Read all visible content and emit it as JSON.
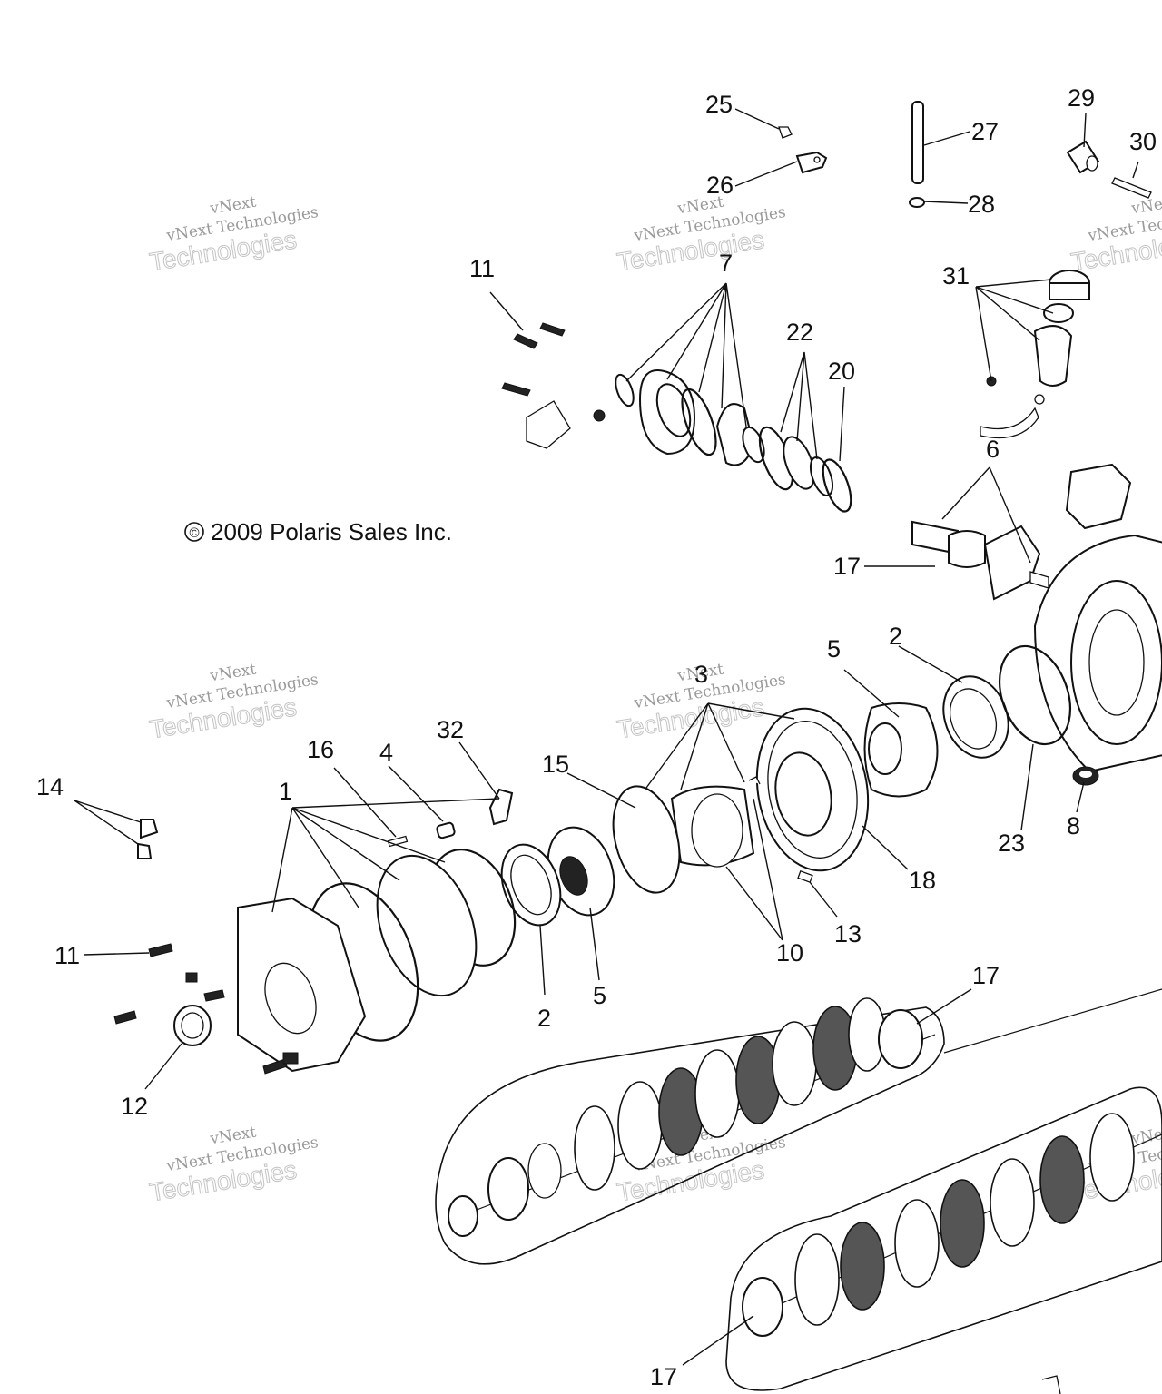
{
  "copyright": "2009 Polaris Sales Inc.",
  "copyright_symbol": "©",
  "watermark": {
    "line1": "vNext",
    "line2": "vNext Technologies",
    "line3": "Technologies",
    "color": "#9a9a9a"
  },
  "callouts": [
    {
      "id": "c25",
      "label": "25"
    },
    {
      "id": "c26",
      "label": "26"
    },
    {
      "id": "c27",
      "label": "27"
    },
    {
      "id": "c28",
      "label": "28"
    },
    {
      "id": "c29",
      "label": "29"
    },
    {
      "id": "c30",
      "label": "30"
    },
    {
      "id": "c11a",
      "label": "11"
    },
    {
      "id": "c7",
      "label": "7"
    },
    {
      "id": "c22",
      "label": "22"
    },
    {
      "id": "c20",
      "label": "20"
    },
    {
      "id": "c31",
      "label": "31"
    },
    {
      "id": "c6",
      "label": "6"
    },
    {
      "id": "c17a",
      "label": "17"
    },
    {
      "id": "c5a",
      "label": "5"
    },
    {
      "id": "c2a",
      "label": "2"
    },
    {
      "id": "c3",
      "label": "3"
    },
    {
      "id": "c32",
      "label": "32"
    },
    {
      "id": "c16",
      "label": "16"
    },
    {
      "id": "c4",
      "label": "4"
    },
    {
      "id": "c15",
      "label": "15"
    },
    {
      "id": "c1",
      "label": "1"
    },
    {
      "id": "c14",
      "label": "14"
    },
    {
      "id": "c18",
      "label": "18"
    },
    {
      "id": "c23",
      "label": "23"
    },
    {
      "id": "c8",
      "label": "8"
    },
    {
      "id": "c13",
      "label": "13"
    },
    {
      "id": "c10",
      "label": "10"
    },
    {
      "id": "c11b",
      "label": "11"
    },
    {
      "id": "c5b",
      "label": "5"
    },
    {
      "id": "c2b",
      "label": "2"
    },
    {
      "id": "c17b",
      "label": "17"
    },
    {
      "id": "c12",
      "label": "12"
    },
    {
      "id": "c17c",
      "label": "17"
    }
  ]
}
